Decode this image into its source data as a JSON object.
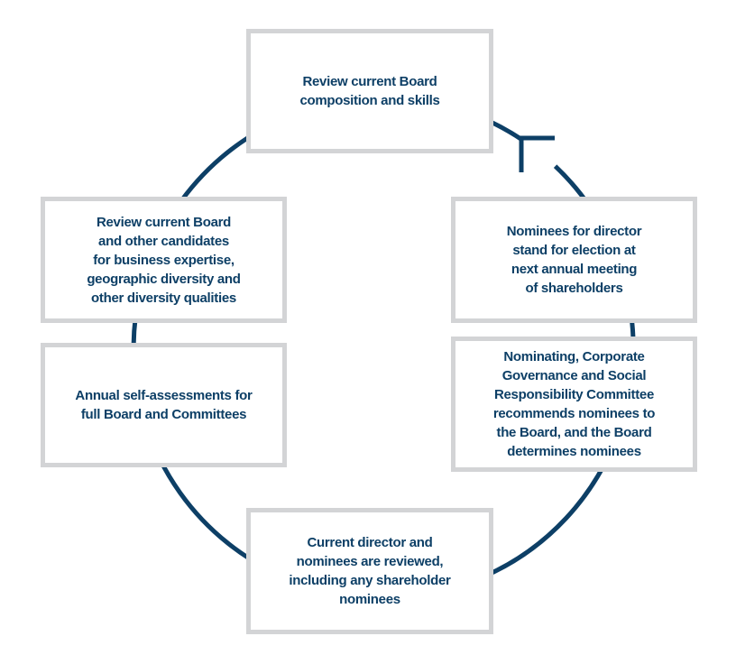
{
  "diagram": {
    "type": "cycle",
    "direction": "clockwise",
    "colors": {
      "accent": "#0d3f66",
      "box_border": "#d3d4d6",
      "text": "#0d3f66",
      "background": "#ffffff"
    },
    "steps": [
      {
        "id": 1,
        "label": "Review current Board\ncomposition and skills"
      },
      {
        "id": 2,
        "label": "Nominees for director\nstand for election at\nnext annual meeting\nof shareholders"
      },
      {
        "id": 3,
        "label": "Nominating, Corporate\nGovernance and Social\nResponsibility Committee\nrecommends nominees to\nthe Board, and the Board\ndetermines nominees"
      },
      {
        "id": 4,
        "label": "Current director and\nnominees are reviewed,\nincluding any shareholder\nnominees"
      },
      {
        "id": 5,
        "label": "Annual self-assessments for\nfull Board and Committees"
      },
      {
        "id": 6,
        "label": "Review current Board\nand other candidates\nfor business expertise,\ngeographic diversity and\nother diversity qualities"
      }
    ],
    "arrow": {
      "from_step": 2,
      "to_step": 1,
      "icon": "arrow-up-left-icon"
    }
  }
}
